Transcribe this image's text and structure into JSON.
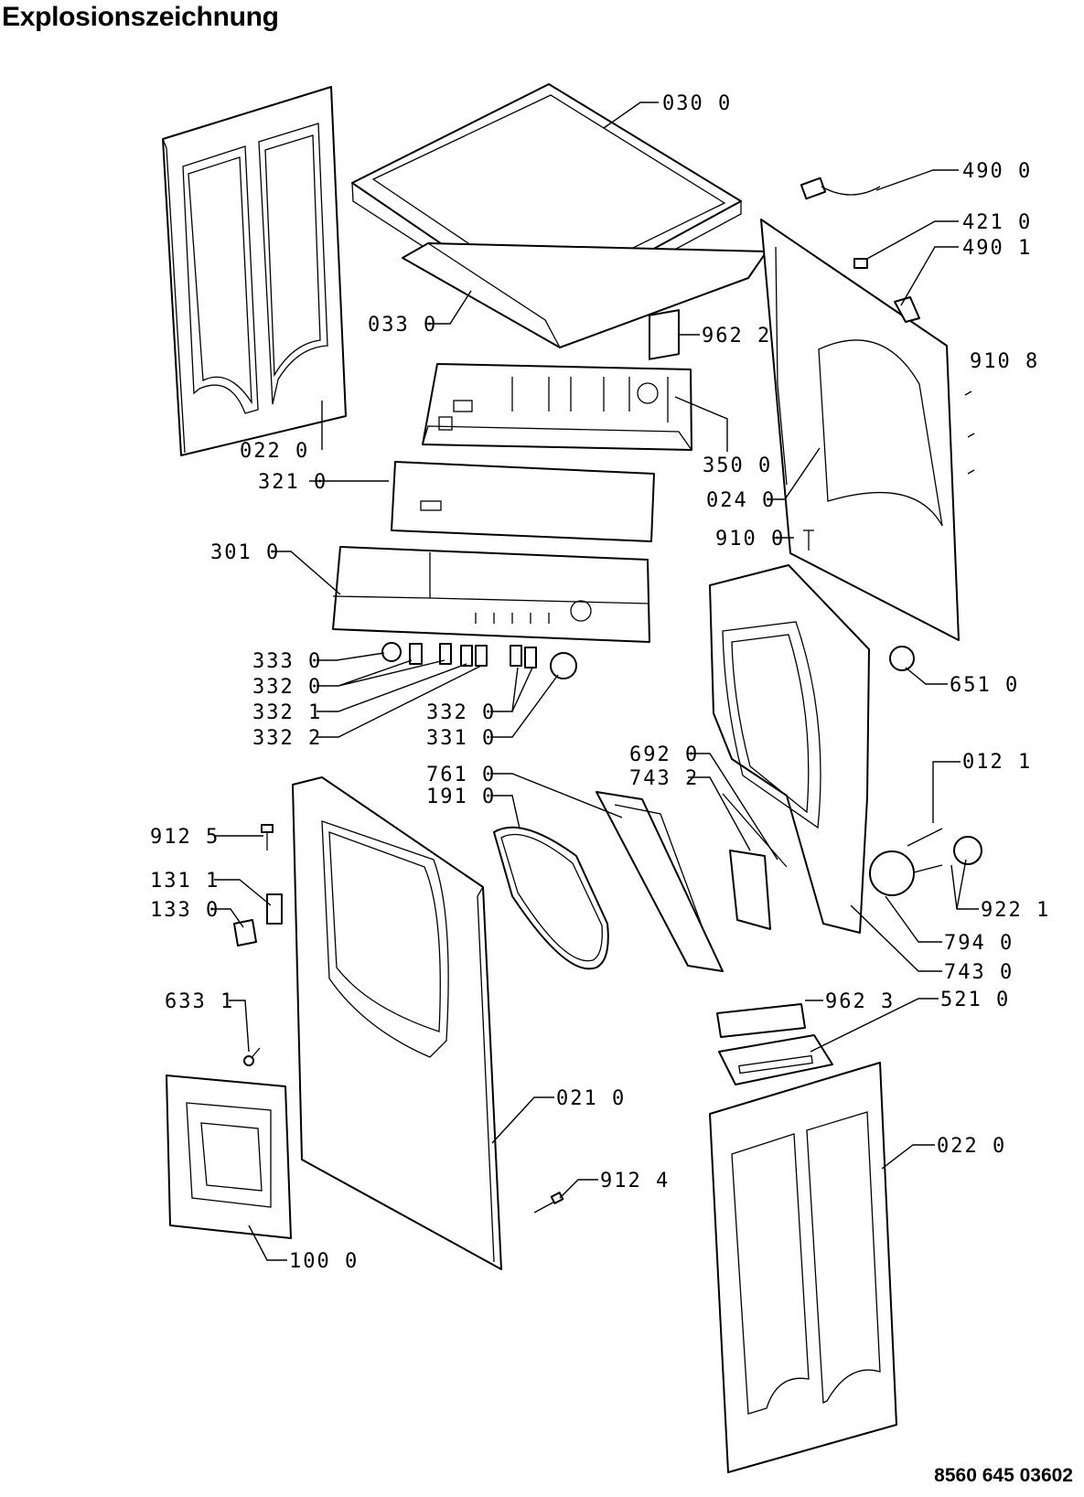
{
  "title": "Explosionszeichnung",
  "document_number": "8560 645 03602",
  "callouts": {
    "c0300": "030 0",
    "c4900": "490 0",
    "c4210": "421 0",
    "c4901": "490 1",
    "c0330": "033 0",
    "c9622": "962 2",
    "c9108": "910 8",
    "c3500": "350 0",
    "c0220a": "022 0",
    "c3210": "321 0",
    "c0240": "024 0",
    "c9100": "910 0",
    "c3010": "301 0",
    "c3330": "333 0",
    "c3320a": "332 0",
    "c3321": "332 1",
    "c3322": "332 2",
    "c3320b": "332 0",
    "c3310": "331 0",
    "c6510": "651 0",
    "c7610": "761 0",
    "c1910": "191 0",
    "c6920": "692 0",
    "c7432": "743 2",
    "c0121": "012 1",
    "c9125": "912 5",
    "c1311": "131 1",
    "c1330": "133 0",
    "c9221": "922 1",
    "c7940": "794 0",
    "c7430": "743 0",
    "c6331": "633 1",
    "c9623": "962 3",
    "c5210": "521 0",
    "c0210": "021 0",
    "c0220b": "022 0",
    "c9124": "912 4",
    "c1000": "100 0"
  }
}
